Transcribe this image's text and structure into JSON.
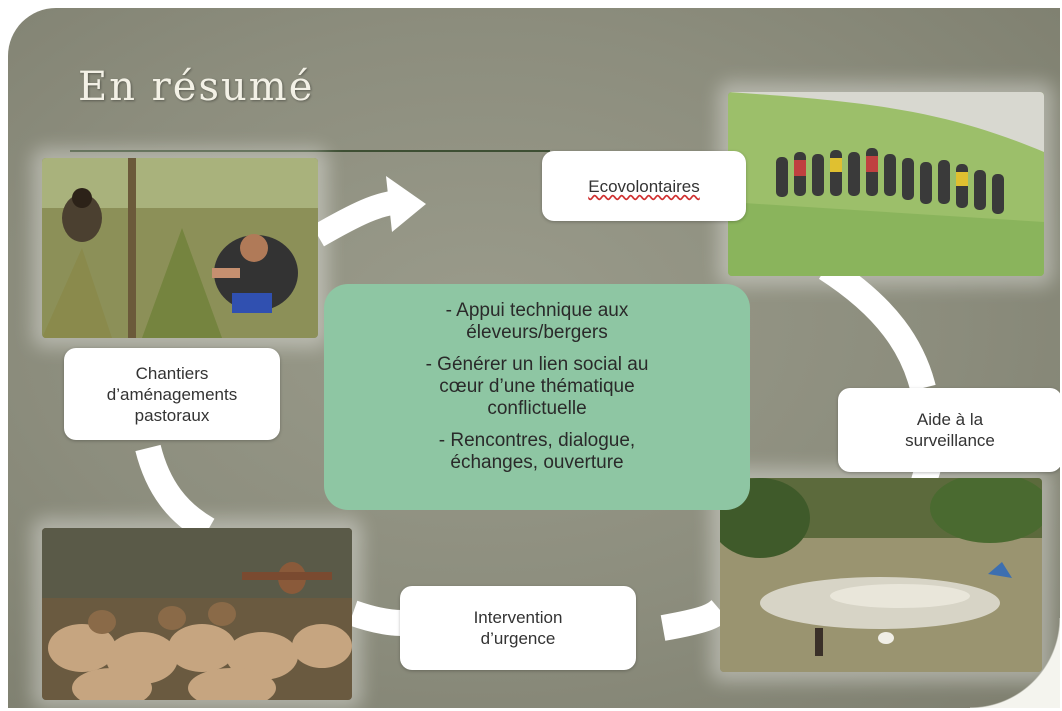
{
  "slide": {
    "title": "En résumé"
  },
  "labels": {
    "ecovolontaires": "Ecovolontaires",
    "chantiers": "Chantiers\nd’aménagements\npastoraux",
    "aide": "Aide à la\nsurveillance",
    "intervention": "Intervention\nd’urgence"
  },
  "center": {
    "items": [
      "- Appui technique aux\néleveurs/bergers",
      "- Générer un lien social au\ncœur d’une thématique\nconflictuelle",
      "- Rencontres, dialogue,\néchanges, ouverture"
    ]
  },
  "colors": {
    "background": "#8c8d7d",
    "center_box": "#8ec6a3",
    "title_text": "#f3f1e6",
    "accent_rule": "#3e4f33"
  }
}
